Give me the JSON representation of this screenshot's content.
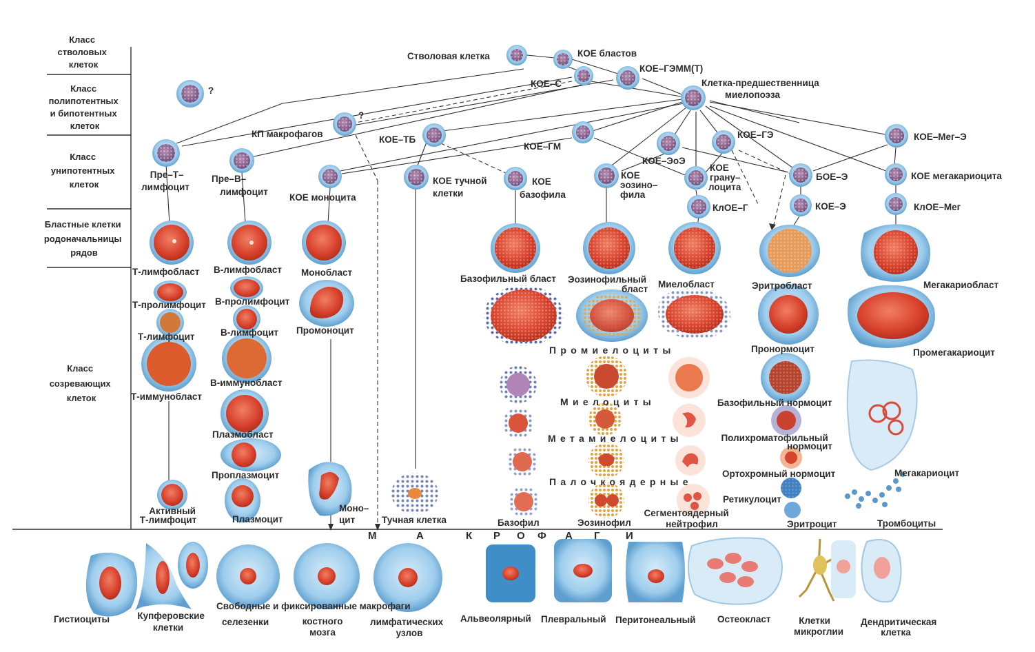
{
  "classes": {
    "stem": [
      "Класс",
      "стволовых",
      "клеток"
    ],
    "polypotent": [
      "Класс",
      "полипотентных",
      "и бипотентных",
      "клеток"
    ],
    "unipotent": [
      "Класс",
      "унипотентных",
      "клеток"
    ],
    "blast": [
      "Бластные клетки",
      "родоначальницы",
      "рядов"
    ],
    "maturing": [
      "Класс",
      "созревающих",
      "клеток"
    ]
  },
  "progenitors": {
    "stem_cell": "Стволовая клетка",
    "cfu_blast": "КОЕ бластов",
    "cfu_gemm": "КОЕ–ГЭММ(Т)",
    "cfu_s": "КОЕ–С",
    "myelo_pre": [
      "Клетка-предшественница",
      "миелопоэза"
    ],
    "kp_macro": "КП макрофагов",
    "cfu_tb": "КОЕ–ТБ",
    "cfu_gm": "КОЕ–ГМ",
    "cfu_ge": "КОЕ–ГЭ",
    "cfu_meg_e": "КОЕ–Мег–Э",
    "cfu_eoe": "КОЕ–ЭоЭ",
    "pre_t": [
      "Пре–Т–",
      "лимфоцит"
    ],
    "pre_b": [
      "Пре–В–",
      "лимфоцит"
    ],
    "cfu_mono": "КОЕ моноцита",
    "cfu_mast": [
      "КОЕ тучной",
      "клетки"
    ],
    "cfu_baso": [
      "КОЕ",
      "базофила"
    ],
    "cfu_eos": [
      "КОЕ",
      "эозино–",
      "фила"
    ],
    "cfu_gran": [
      "КОЕ",
      "грану–",
      "лоцита"
    ],
    "boe_e": "БОЕ–Э",
    "cfu_megakar": "КОЕ мегакариоцита",
    "clfu_g": "КлОЕ–Г",
    "cfu_e": "КОЕ–Э",
    "clfu_meg": "КлОЕ–Мег",
    "question": "?"
  },
  "blasts": {
    "t_lymphoblast": "Т-лимфобласт",
    "b_lymphoblast": "В-лимфобласт",
    "monoblast": "Монобласт",
    "basophil_blast": "Базофильный бласт",
    "eosinophil_blast": [
      "Эозинофильный",
      "бласт"
    ],
    "myeloblast": "Миелобласт",
    "erythroblast": "Эритробласт",
    "megakaryoblast": "Мегакариобласт"
  },
  "maturing": {
    "t_prolymphocyte": "Т-пролимфоцит",
    "b_prolymphocyte": "В-пролимфоцит",
    "t_lymphocyte": "Т-лимфоцит",
    "b_lymphocyte": "В-лимфоцит",
    "promonocyte": "Промоноцит",
    "b_immunoblast": "В-иммунобласт",
    "t_immunoblast": "Т-иммунобласт",
    "plasmoblast": "Плазмобласт",
    "proplasmocyte": "Проплазмоцит",
    "plasmocyte": "Плазмоцит",
    "active_t": [
      "Активный",
      "Т-лимфоцит"
    ],
    "monocyte": [
      "Моно–",
      "цит"
    ],
    "mast_cell": "Тучная клетка",
    "promyelocytes": "Промиелоциты",
    "myelocytes": "Миелоциты",
    "metamyelocytes": "Метамиелоциты",
    "band": "Палочкоядерные",
    "basophil": "Базофил",
    "eosinophil": "Эозинофил",
    "segmented": [
      "Сегментоядерный",
      "нейтрофил"
    ],
    "pronormocyte": "Пронормоцит",
    "baso_normocyte": "Базофильный нормоцит",
    "polychrom_normocyte": [
      "Полихроматофильный",
      "нормоцит"
    ],
    "orthochrom_normocyte": "Ортохромный нормоцит",
    "reticulocyte": "Ретикулоцит",
    "erythrocyte": "Эритроцит",
    "promegakaryocyte": "Промегакариоцит",
    "megakaryocyte": "Мегакариоцит",
    "thrombocytes": "Тромбоциты"
  },
  "macrophages": {
    "banner": [
      "М",
      "А",
      "К",
      "Р",
      "О",
      "Ф",
      "А",
      "Г",
      "И"
    ],
    "histiocytes": "Гистиоциты",
    "kupffer": [
      "Купферовские",
      "клетки"
    ],
    "free_fixed": "Свободные и фиксированные макрофаги",
    "spleen": "селезенки",
    "bone_marrow": [
      "костного",
      "мозга"
    ],
    "lymph_nodes": [
      "лимфатических",
      "узлов"
    ],
    "alveolar": "Альвеолярный",
    "pleural": "Плевральный",
    "peritoneal": "Перитонеальный",
    "osteoclast": "Остеокласт",
    "microglia": [
      "Клетки",
      "микроглии"
    ],
    "dendritic": [
      "Дендритическая",
      "клетка"
    ]
  },
  "colors": {
    "membrane": "#8fc3e6",
    "membrane_edge": "#5a9ccb",
    "nucleus_red": "#d9432f",
    "nucleus_light": "#ef8a6f",
    "stem_nucleus": "#7c5a86",
    "line": "#2f2f2f"
  }
}
